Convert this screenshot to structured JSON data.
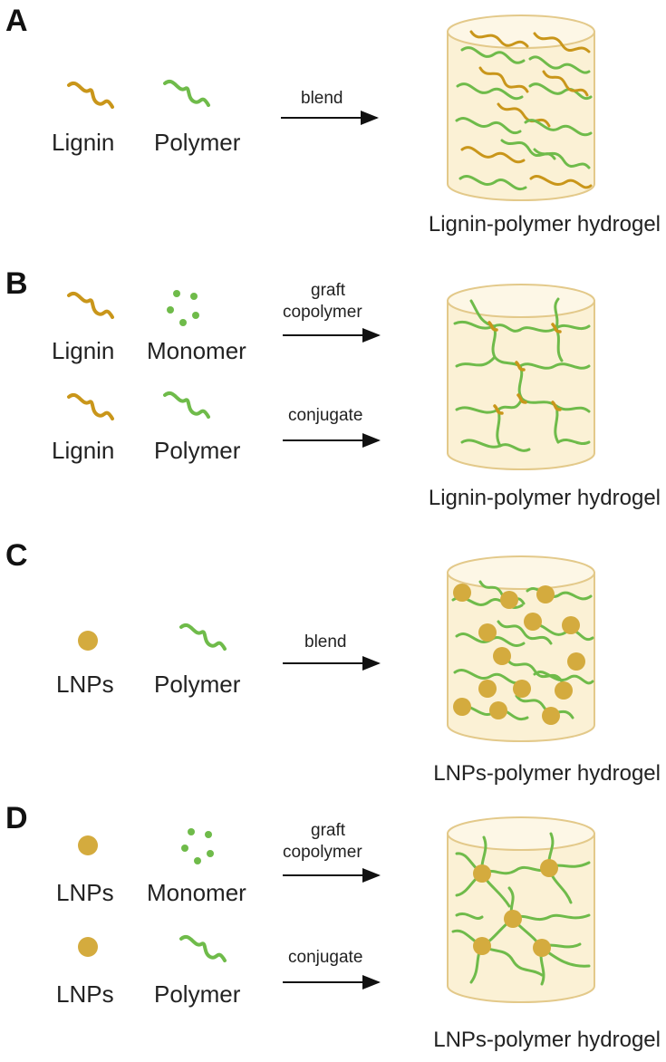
{
  "colors": {
    "lignin": "#c9961a",
    "polymer": "#6fbb4a",
    "particle": "#d4ab3e",
    "cylinder_fill": "#fbf1d5",
    "cylinder_stroke": "#e3c98a"
  },
  "panels": [
    {
      "letter": "A",
      "left1": "Lignin",
      "left2": "Polymer",
      "arrow": "blend",
      "result": "Lignin-polymer hydrogel"
    },
    {
      "letter": "B",
      "row1_left1": "Lignin",
      "row1_left2": "Monomer",
      "row1_arrow1": "graft",
      "row1_arrow2": "copolymer",
      "row2_left1": "Lignin",
      "row2_left2": "Polymer",
      "row2_arrow": "conjugate",
      "result": "Lignin-polymer hydrogel"
    },
    {
      "letter": "C",
      "left1": "LNPs",
      "left2": "Polymer",
      "arrow": "blend",
      "result": "LNPs-polymer hydrogel"
    },
    {
      "letter": "D",
      "row1_left1": "LNPs",
      "row1_left2": "Monomer",
      "row1_arrow1": "graft",
      "row1_arrow2": "copolymer",
      "row2_left1": "LNPs",
      "row2_left2": "Polymer",
      "row2_arrow": "conjugate",
      "result": "LNPs-polymer hydrogel"
    }
  ]
}
